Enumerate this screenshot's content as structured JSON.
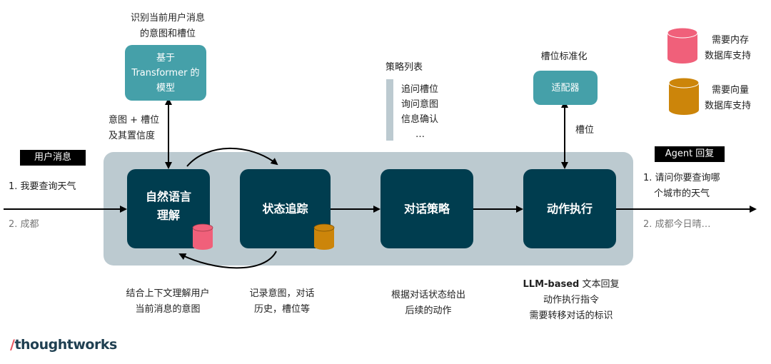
{
  "input": {
    "tag": "用户消息",
    "messages": [
      "1. 我要查询天气",
      "2. 成都"
    ]
  },
  "output": {
    "tag": "Agent 回复",
    "messages": [
      "1. 请问你要查询哪",
      "个城市的天气",
      "2. 成都今日晴…"
    ]
  },
  "nodes": {
    "nlu": {
      "line1": "自然语言",
      "line2": "理解"
    },
    "dst": {
      "label": "状态追踪"
    },
    "policy": {
      "label": "对话策略"
    },
    "action": {
      "label": "动作执行"
    }
  },
  "model": {
    "caption_line1": "识别当前用户消息",
    "caption_line2": "的意图和槽位",
    "line1": "基于",
    "line2": "Transformer 的",
    "line3": "模型",
    "edge_line1": "意图 + 槽位",
    "edge_line2": "及其置信度"
  },
  "adapter": {
    "caption": "槽位标准化",
    "label": "适配器",
    "edge_label": "槽位"
  },
  "strategy_list": {
    "title": "策略列表",
    "items": [
      "追问槽位",
      "询问意图",
      "信息确认",
      "…"
    ]
  },
  "legend": {
    "memory": {
      "line1": "需要内存",
      "line2": "数据库支持",
      "color": "#f0607a"
    },
    "vector": {
      "line1": "需要向量",
      "line2": "数据库支持",
      "color": "#cc850a"
    }
  },
  "descriptions": {
    "nlu": [
      "结合上下文理解用户",
      "当前消息的意图"
    ],
    "dst": [
      "记录意图，对话",
      "历史，槽位等"
    ],
    "policy": [
      "根据对话状态给出",
      "后续的动作"
    ],
    "action": {
      "bold": "LLM-based",
      "line1_rest": " 文本回复",
      "line2": "动作执行指令",
      "line3": "需要转移对话的标识"
    }
  },
  "brand": {
    "slash": "/",
    "name": "thoughtworks"
  },
  "colors": {
    "node": "#003d4f",
    "teal": "#45a0a9",
    "panel": "#bccad0",
    "memory_db": "#f0607a",
    "vector_db": "#cc850a"
  }
}
